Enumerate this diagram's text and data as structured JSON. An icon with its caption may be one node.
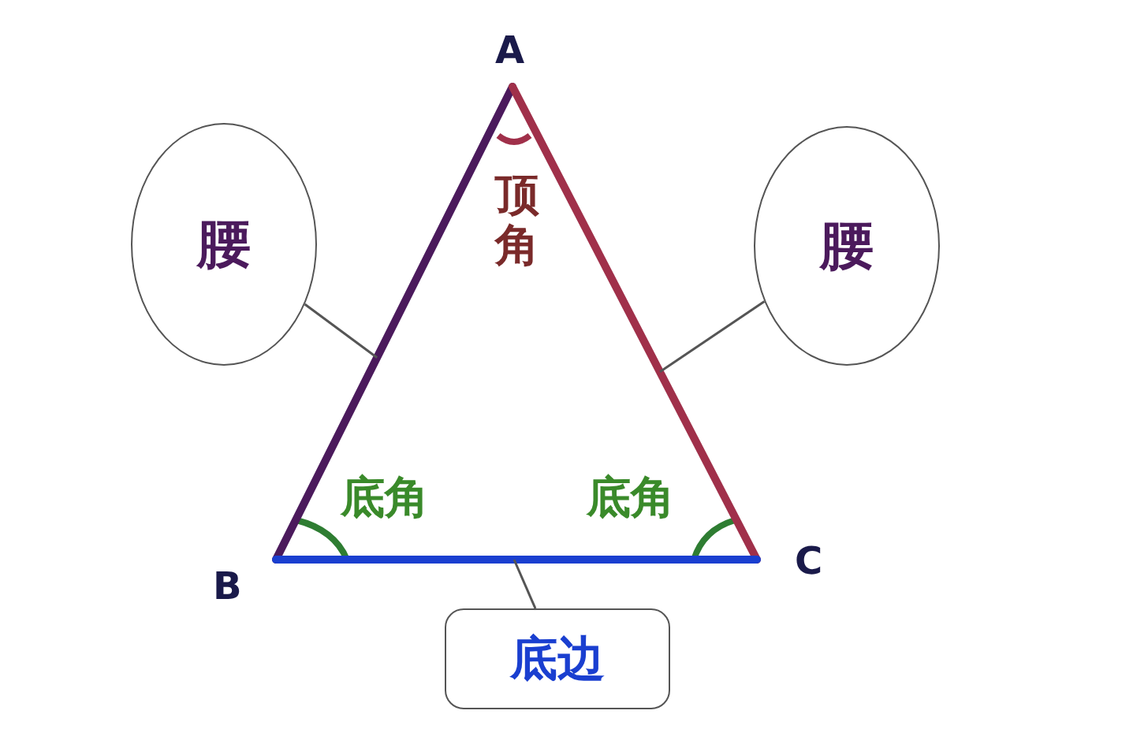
{
  "diagram": {
    "nodes": [
      {
        "text": [
          "腰"
        ]
      },
      {
        "text": [
          "腰"
        ]
      },
      {
        "text": [
          "底边"
        ]
      },
      {
        "text": [],
        "shape": "line"
      },
      {
        "text": [],
        "shape": "line"
      },
      {
        "text": [],
        "shape": "line"
      }
    ],
    "edges": [
      {
        "from": 0,
        "to": 3,
        "arrow": "none"
      },
      {
        "from": 1,
        "to": 4,
        "arrow": "none"
      },
      {
        "from": 2,
        "to": 5,
        "arrow": "none"
      }
    ],
    "labels": [
      "A",
      "B",
      "C",
      "顶角",
      "底角",
      "底角"
    ]
  }
}
